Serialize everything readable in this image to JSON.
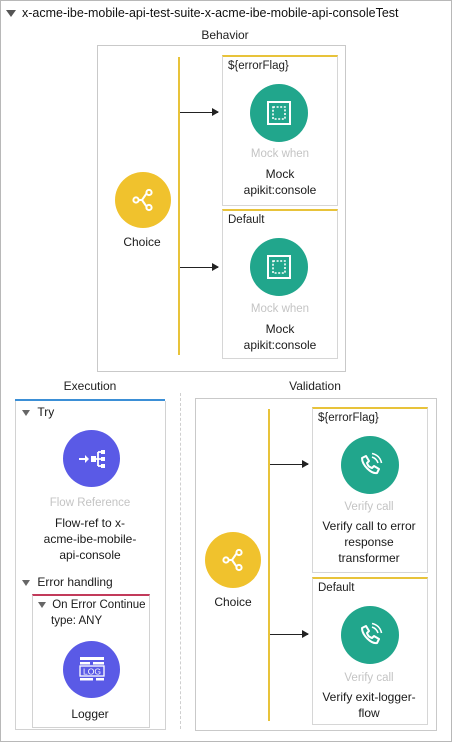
{
  "flow": {
    "title": "x-acme-ibe-mobile-api-test-suite-x-acme-ibe-mobile-api-consoleTest"
  },
  "behavior": {
    "title": "Behavior",
    "choice_label": "Choice",
    "routes": [
      {
        "label": "${errorFlag}",
        "processor_type": "Mock when",
        "processor_name_line1": "Mock",
        "processor_name_line2": "apikit:console"
      },
      {
        "label": "Default",
        "processor_type": "Mock when",
        "processor_name_line1": "Mock",
        "processor_name_line2": "apikit:console"
      }
    ]
  },
  "execution": {
    "title": "Execution",
    "try_label": "Try",
    "flow_ref": {
      "type": "Flow Reference",
      "line1": "Flow-ref to x-",
      "line2": "acme-ibe-mobile-",
      "line3": "api-console"
    },
    "error_handling_label": "Error handling",
    "on_error": {
      "line1": "On Error Continue",
      "line2": "type: ANY"
    },
    "logger": {
      "icon_text": "LOG",
      "name": "Logger"
    }
  },
  "validation": {
    "title": "Validation",
    "choice_label": "Choice",
    "routes": [
      {
        "label": "${errorFlag}",
        "processor_type": "Verify call",
        "line1": "Verify call to error",
        "line2": "response",
        "line3": "transformer"
      },
      {
        "label": "Default",
        "processor_type": "Verify call",
        "line1": "Verify exit-logger-",
        "line2": "flow"
      }
    ]
  },
  "colors": {
    "teal": "#21a68c",
    "yellow": "#f0c22d",
    "purple": "#5a5ae6",
    "blue_accent": "#3b8fd6",
    "red_accent": "#c23a5a"
  }
}
